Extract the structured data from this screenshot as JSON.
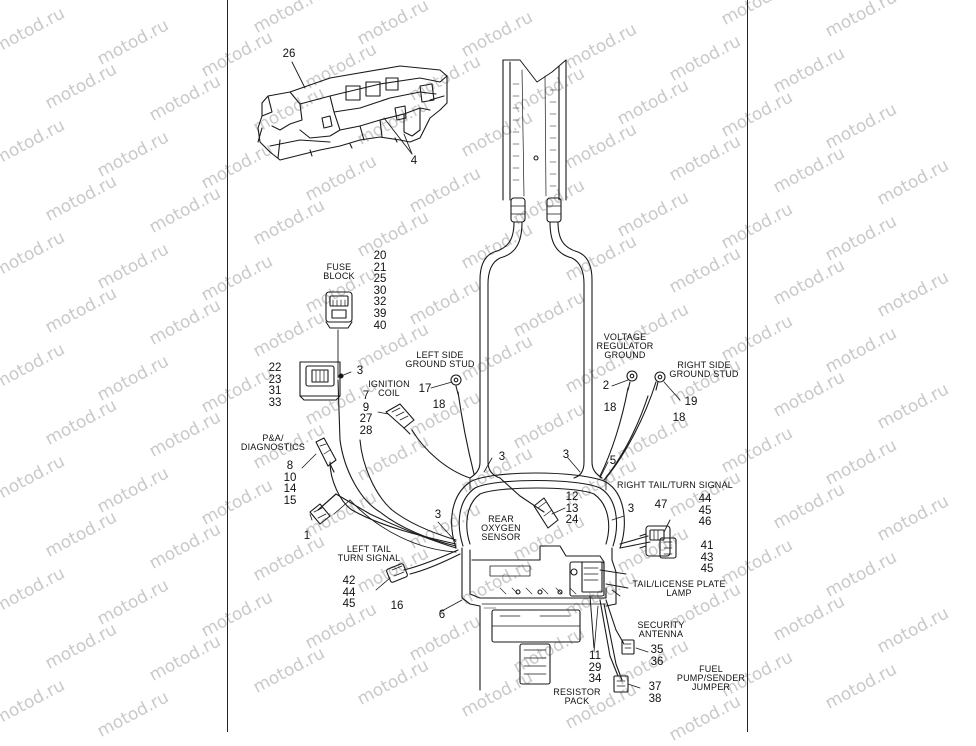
{
  "watermark": "motod.ru",
  "labels": {
    "fuse_block": "FUSE\nBLOCK",
    "left_side_ground_stud": "LEFT SIDE\nGROUND STUD",
    "voltage_regulator_ground": "VOLTAGE\nREGULATOR\nGROUND",
    "right_side_ground_stud": "RIGHT SIDE\nGROUND STUD",
    "ignition_coil": "IGNITION\nCOIL",
    "pa_diagnostics": "P&A/\nDIAGNOSTICS",
    "rear_oxygen_sensor": "REAR\nOXYGEN\nSENSOR",
    "right_tail_turn_signal": "RIGHT  TAIL/TURN SIGNAL",
    "left_tail_turn_signal": "LEFT  TAIL\nTURN SIGNAL",
    "tail_license_plate_lamp": "TAIL/LICENSE PLATE\nLAMP",
    "security_antenna": "SECURITY\nANTENNA",
    "fuel_pump_sender_jumper": "FUEL\nPUMP/SENDER\nJUMPER",
    "resistor_pack": "RESISTOR\nPACK"
  },
  "callouts": {
    "c26": "26",
    "c4": "4",
    "fuse_block_parts": [
      "20",
      "21",
      "25",
      "30",
      "32",
      "39",
      "40"
    ],
    "c3_fuse": "3",
    "fuse_lower_parts": [
      "22",
      "23",
      "31",
      "33"
    ],
    "c17": "17",
    "c18_left": "18",
    "c2": "2",
    "c18_vr": "18",
    "c19": "19",
    "c18_right": "18",
    "ignition_parts": [
      "7",
      "9",
      "27",
      "28"
    ],
    "diag_parts": [
      "8",
      "10",
      "14",
      "15"
    ],
    "c1": "1",
    "c3_a": "3",
    "c3_b": "3",
    "c5": "5",
    "oxygen_parts": [
      "12",
      "13",
      "24"
    ],
    "c3_c": "3",
    "c3_d": "3",
    "c47": "47",
    "right_signal_parts": [
      "44",
      "45",
      "46"
    ],
    "right_signal_lower_parts": [
      "41",
      "43",
      "45"
    ],
    "left_signal_parts": [
      "42",
      "44",
      "45"
    ],
    "c16": "16",
    "c6": "6",
    "resistor_parts": [
      "11",
      "29",
      "34"
    ],
    "antenna_parts": [
      "35",
      "36"
    ],
    "jumper_parts": [
      "37",
      "38"
    ]
  }
}
